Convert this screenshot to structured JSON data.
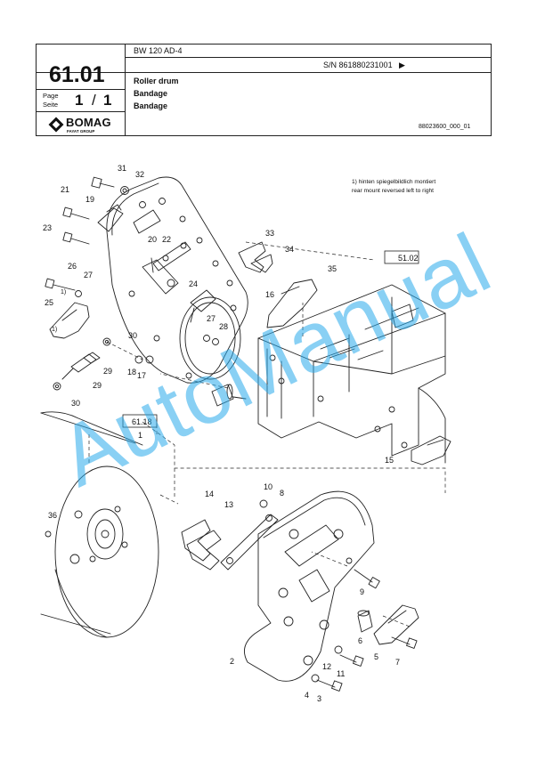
{
  "header": {
    "section_number": "61.01",
    "model": "BW 120 AD-4",
    "serial": "S/N 861880231001",
    "serial_arrow": "▶",
    "page_label_de": "Page",
    "page_label_en": "Seite",
    "page_current": "1",
    "page_sep": "/",
    "page_total": "1",
    "title_en": "Roller drum",
    "title_de": "Bandage",
    "title_fr": "Bandage",
    "doc_number": "88023600_000_01",
    "logo_text": "BOMAG",
    "logo_sub": "FAYAT GROUP"
  },
  "diagram": {
    "note_line1": "1) hinten spiegelbildlich montiert",
    "note_line2": "rear mount reversed left to right",
    "ref_boxes": [
      "51.02",
      "61.18"
    ],
    "callouts": [
      "1",
      "1)",
      "1)",
      "2",
      "3",
      "4",
      "5",
      "6",
      "7",
      "8",
      "9",
      "10",
      "11",
      "12",
      "13",
      "14",
      "15",
      "16",
      "17",
      "18",
      "19",
      "20",
      "21",
      "22",
      "23",
      "24",
      "25",
      "26",
      "27",
      "27",
      "28",
      "29",
      "29",
      "30",
      "30",
      "31",
      "32",
      "33",
      "34",
      "35",
      "36"
    ]
  },
  "watermark": "AutoManual",
  "colors": {
    "line": "#222222",
    "watermark": "#28aaeb",
    "background": "#ffffff"
  }
}
